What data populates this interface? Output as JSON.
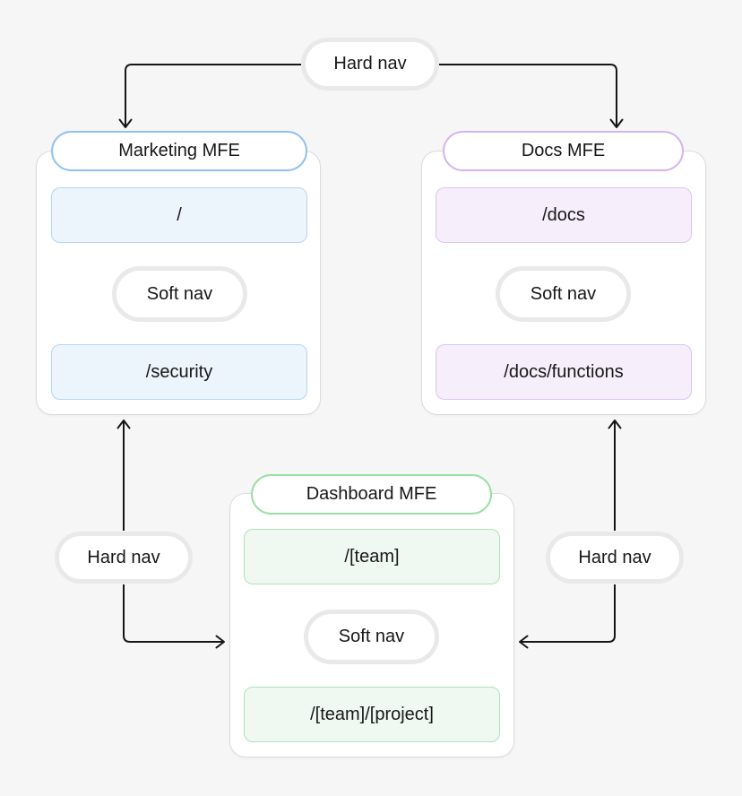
{
  "diagram": {
    "nodes": {
      "marketing": {
        "title": "Marketing MFE",
        "route_top": "/",
        "route_bottom": "/security",
        "soft_nav": "Soft nav"
      },
      "docs": {
        "title": "Docs MFE",
        "route_top": "/docs",
        "route_bottom": "/docs/functions",
        "soft_nav": "Soft nav"
      },
      "dashboard": {
        "title": "Dashboard MFE",
        "route_top": "/[team]",
        "route_bottom": "/[team]/[project]",
        "soft_nav": "Soft nav"
      }
    },
    "labels": {
      "hard_nav_top": "Hard nav",
      "hard_nav_left": "Hard nav",
      "hard_nav_right": "Hard nav"
    }
  },
  "colors": {
    "background": "#f6f6f6",
    "text": "#171717",
    "arrow": "#161616",
    "container_border": "#dcdcdc",
    "pill_border": "#e9e9e9",
    "blue_border": "#8fc2f0",
    "blue_route_border": "#b4d6f2",
    "blue_fill": "#ecf4fc",
    "purple_border": "#d3b5ec",
    "purple_route_border": "#ddc4ef",
    "purple_fill": "#f7eefb",
    "green_border": "#99dfa4",
    "green_route_border": "#aee2b5",
    "green_fill": "#eff9f1"
  }
}
